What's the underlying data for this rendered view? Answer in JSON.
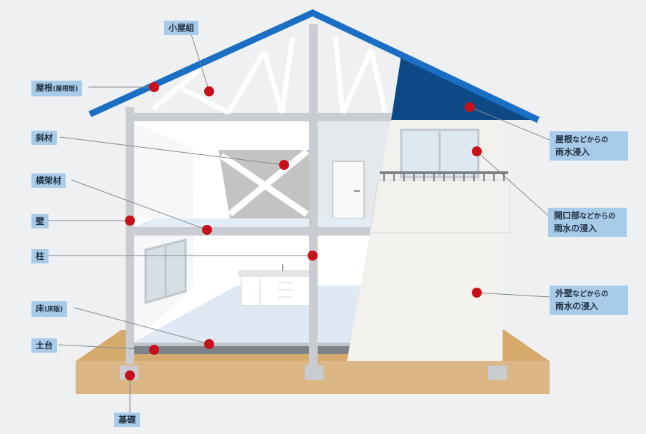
{
  "labels_left": {
    "koyagumi": "小屋組",
    "yane_main": "屋根",
    "yane_sub": "(屋根版)",
    "shazai": "斜材",
    "oukazai": "横架材",
    "kabe": "壁",
    "hashira": "柱",
    "yuka_main": "床",
    "yuka_sub": "(床版)",
    "dodai": "土台",
    "kiso": "基礎"
  },
  "labels_right": {
    "roof_l1_main": "屋根",
    "roof_l1_sub": "などからの",
    "roof_l2": "雨水浸入",
    "opening_l1_main": "開口部",
    "opening_l1_sub": "などからの",
    "opening_l2": "雨水の浸入",
    "wall_l1_main": "外壁",
    "wall_l1_sub": "などからの",
    "wall_l2": "雨水の浸入"
  },
  "colors": {
    "background": "#eef0f2",
    "roof_edge": "#1a6fc4",
    "roof_dark": "#0d4a85",
    "ground": "#dcb786",
    "label_bg": "#a9cbea",
    "marker": "#c8101a",
    "frame": "#c9ccd0",
    "leader": "#808890"
  }
}
